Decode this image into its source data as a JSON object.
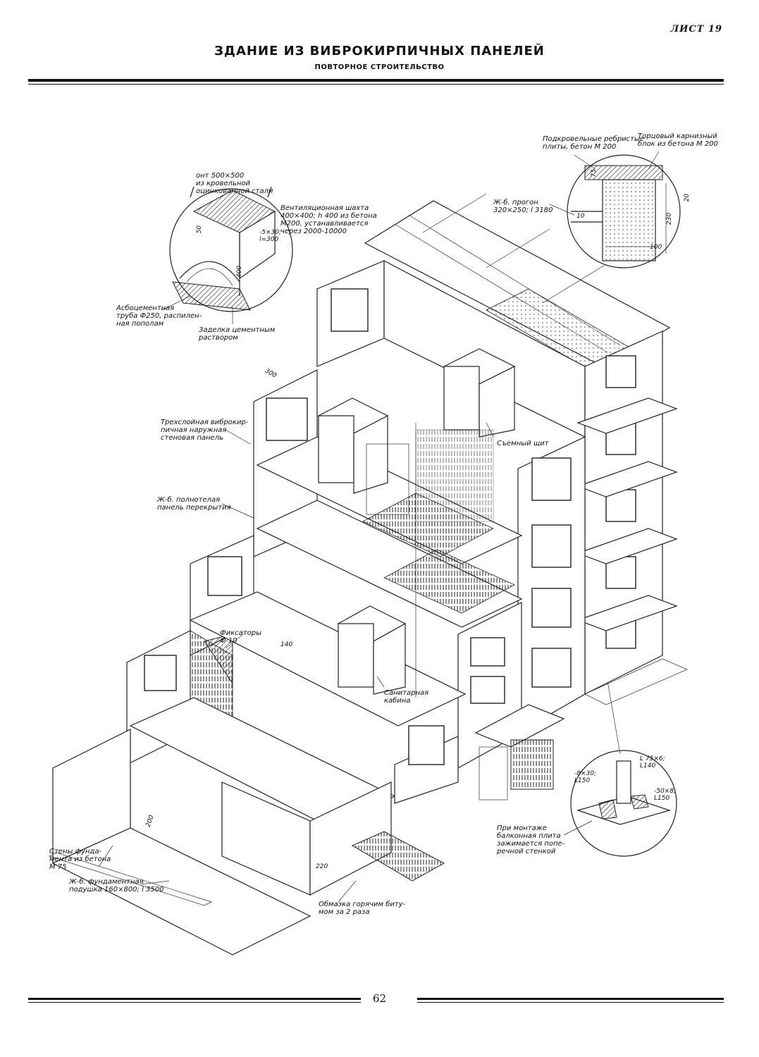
{
  "header": {
    "sheet_no": "ЛИСТ 19",
    "title": "ЗДАНИЕ ИЗ ВИБРОКИРПИЧНЫХ ПАНЕЛЕЙ",
    "subtitle": "ПОВТОРНОЕ СТРОИТЕЛЬСТВО"
  },
  "footer": {
    "page_number": "62"
  },
  "labels": {
    "roof_ribbed_slabs": "Подкровельные ребристые\nплиты, бетон М 200",
    "end_cornice_block": "Торцовый карнизный\nблок из бетона М 200",
    "cap": "онт 500×500\nиз кровельной\nоцинкованной стали",
    "vent_shaft": "Вентиляционная шахта\n400×400; h 400 из бетона\nМ200, устанавливается\nчерез 2000-10000",
    "purlin": "Ж-б. прогон\n320×250; l 3180",
    "strip": "-5×30;\nl=300",
    "asbestos_pipe": "Асбоцементная\nтруба Ф250, распилен-\nная пополам",
    "cement_seal": "Заделка цементным\nраствором",
    "three_layer_panel": "Трехслойная виброкир-\nпичная наружная\nстеновая панель",
    "removable_panel": "Съемный щит",
    "floor_panel": "Ж-б. полнотелая\nпанель перекрытия",
    "fixators": "Фиксаторы\nФ 10",
    "sanitary_cabin": "Санитарная\nкабина",
    "foundation_walls": "Стены фунда-\nмента из бетона\nМ 75",
    "foundation_pad": "Ж-б. фундаментная\nподушка 160×800; l 3500",
    "bitumen": "Обмазка горячим биту-\nмом за 2 раза",
    "balcony_note": "При монтаже\nбалконная плита\nзажимается попе-\nречной стенкой",
    "angle": "L 75×6;\nL140",
    "strip2": "-8×30;\nL150",
    "strip3": "-50×8;\nL150"
  },
  "dimensions": {
    "d300": "300",
    "d140": "140",
    "d200": "200",
    "d220": "220",
    "d400": "400",
    "d50": "50",
    "d75": "75",
    "d230": "230",
    "d100": "100",
    "d10": "10",
    "d20": "20"
  }
}
